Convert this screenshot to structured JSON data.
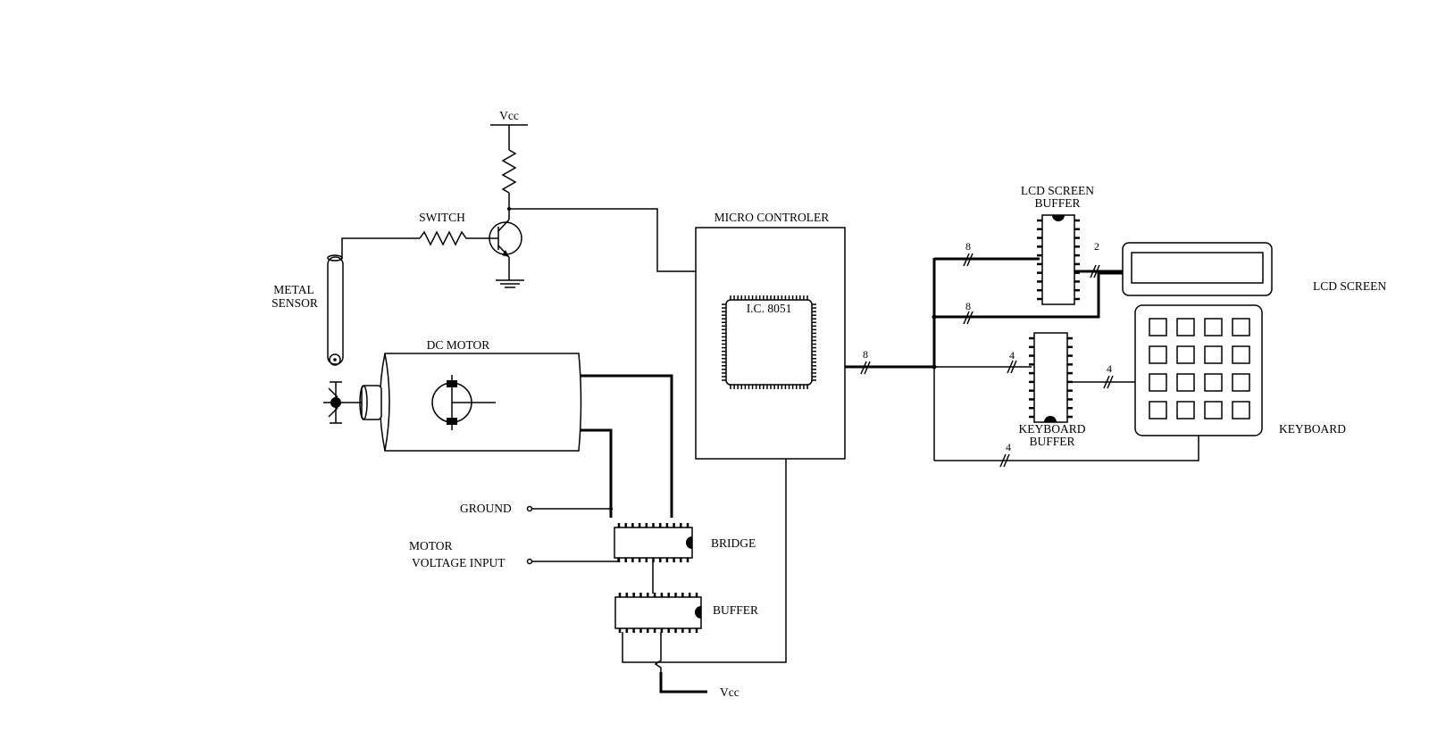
{
  "labels": {
    "vcc_top": "Vcc",
    "switch": "SWITCH",
    "metal_sensor_line1": "METAL",
    "metal_sensor_line2": "SENSOR",
    "dc_motor": "DC MOTOR",
    "micro_controller": "MICRO CONTROLER",
    "ic": "I.C. 8051",
    "lcd_buffer_line1": "LCD SCREEN",
    "lcd_buffer_line2": "BUFFER",
    "lcd_screen": "LCD SCREEN",
    "keyboard_buffer_line1": "KEYBOARD",
    "keyboard_buffer_line2": "BUFFER",
    "keyboard": "KEYBOARD",
    "ground": "GROUND",
    "motor_input_line1": "MOTOR",
    "motor_input_line2": "VOLTAGE INPUT",
    "bridge": "BRIDGE",
    "buffer": "BUFFER",
    "vcc_bottom": "Vcc"
  },
  "bus_widths": {
    "mcu_out": "8",
    "lcd_buffer_in": "8",
    "lcd_direct": "8",
    "lcd_buffer_out": "2",
    "kb_buffer_in": "4",
    "kb_buffer_out": "4",
    "kb_return": "4"
  },
  "keypad": {
    "rows": 4,
    "cols": 4
  }
}
